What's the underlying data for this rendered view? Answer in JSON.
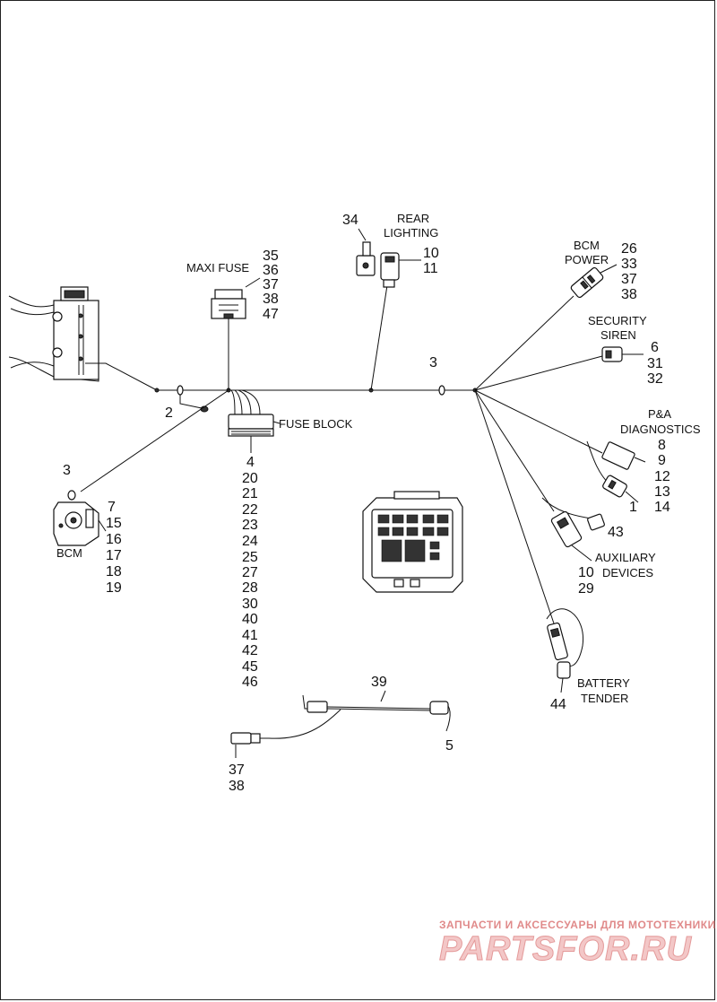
{
  "labels": {
    "maxi_fuse": "MAXI FUSE",
    "rear_lighting_1": "REAR",
    "rear_lighting_2": "LIGHTING",
    "bcm_power_1": "BCM",
    "bcm_power_2": "POWER",
    "security_siren_1": "SECURITY",
    "security_siren_2": "SIREN",
    "pa_diag_1": "P&A",
    "pa_diag_2": "DIAGNOSTICS",
    "fuse_block": "FUSE BLOCK",
    "bcm": "BCM",
    "aux_1": "AUXILIARY",
    "aux_2": "DEVICES",
    "battery_1": "BATTERY",
    "battery_2": "TENDER"
  },
  "callouts": {
    "maxi_fuse": [
      "35",
      "36",
      "37",
      "38",
      "47"
    ],
    "rear_lighting_clip": "34",
    "rear_lighting": [
      "10",
      "11"
    ],
    "bcm_power": [
      "26",
      "33",
      "37",
      "38"
    ],
    "security_siren": [
      "6",
      "31",
      "32"
    ],
    "pa_diagnostics": [
      "8",
      "9",
      "12",
      "13",
      "14"
    ],
    "pa_connector": "1",
    "aux_connector": "43",
    "aux_devices": [
      "10",
      "29"
    ],
    "battery_tender": "44",
    "trunk_clip": "3",
    "junction_clip": "2",
    "bcm_clip": "3",
    "bcm": [
      "7",
      "15",
      "16",
      "17",
      "18",
      "19"
    ],
    "fuse_block": [
      "4",
      "20",
      "21",
      "22",
      "23",
      "24",
      "25",
      "27",
      "28",
      "30",
      "40",
      "41",
      "42",
      "45",
      "46"
    ],
    "sub_harness": "39",
    "sub_harness_end": "5",
    "sub_harness_conn": [
      "37",
      "38"
    ]
  },
  "watermark": {
    "top": "ЗАПЧАСТИ И АКСЕССУАРЫ ДЛЯ МОТОТЕХНИКИ",
    "brand": "PARTSFOR.RU"
  }
}
